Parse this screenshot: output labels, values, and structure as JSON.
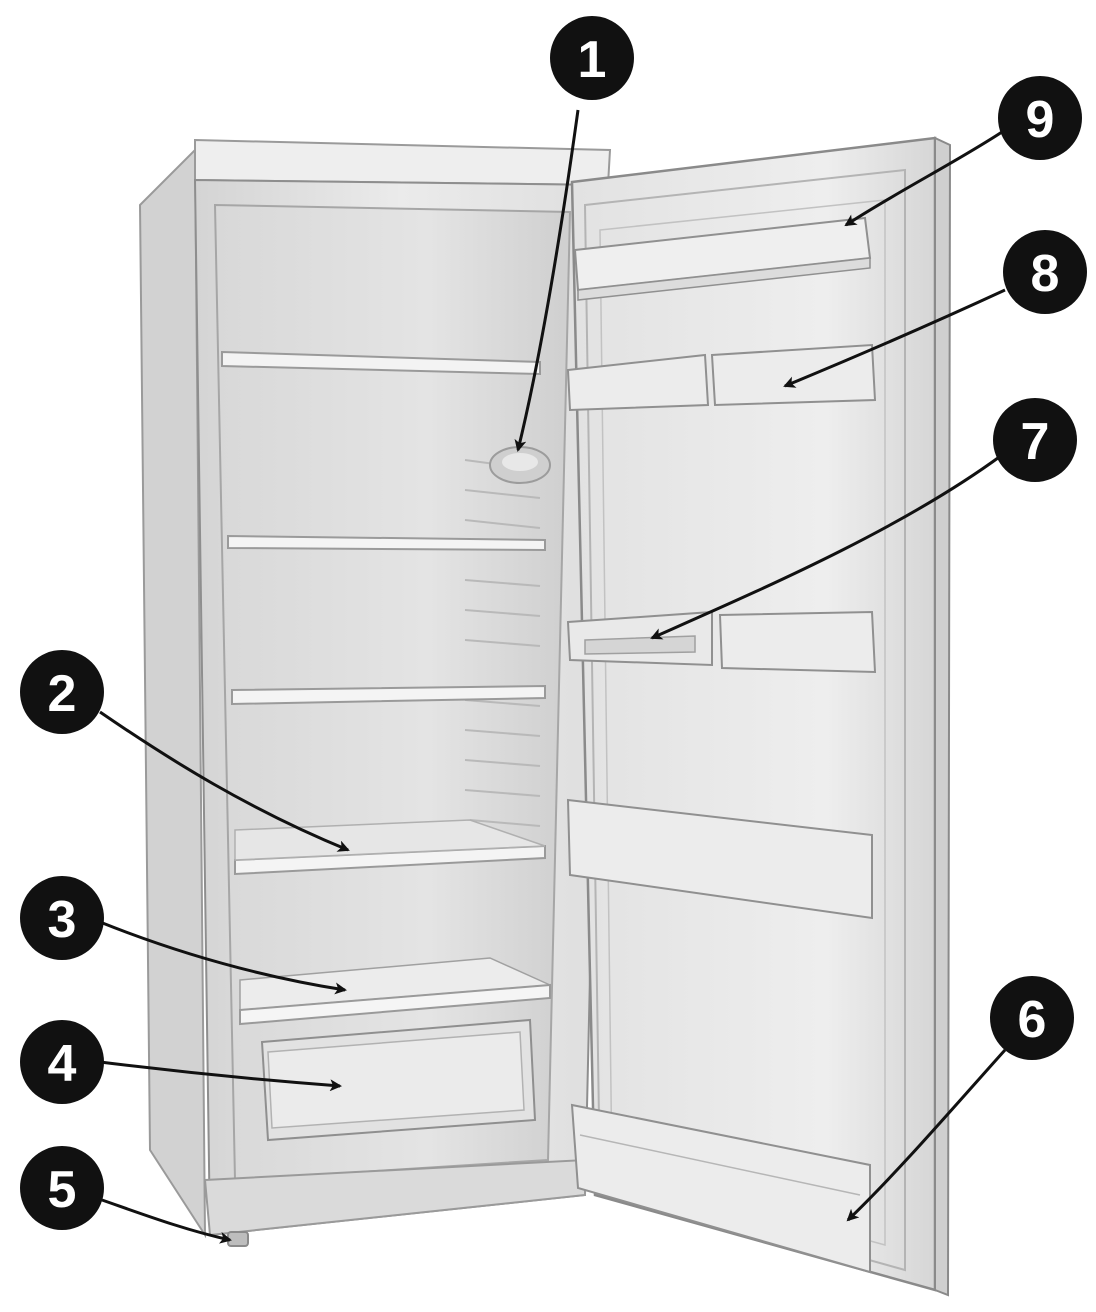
{
  "diagram": {
    "subject": "refrigerator-open-door",
    "callouts": [
      {
        "number": "1",
        "target": "interior-light"
      },
      {
        "number": "2",
        "target": "glass-shelf"
      },
      {
        "number": "3",
        "target": "crisper-cover-shelf"
      },
      {
        "number": "4",
        "target": "crisper-drawer"
      },
      {
        "number": "5",
        "target": "adjustable-foot"
      },
      {
        "number": "6",
        "target": "bottle-rack"
      },
      {
        "number": "7",
        "target": "egg-tray"
      },
      {
        "number": "8",
        "target": "door-shelf"
      },
      {
        "number": "9",
        "target": "top-door-shelf"
      }
    ],
    "colors": {
      "badge": "#111111",
      "badge_text": "#ffffff",
      "cabinet": "#e6e6e6",
      "interior": "#dcdcdc",
      "shelf": "#f4f4f4",
      "door": "#ececec",
      "outline": "#9a9a9a"
    }
  }
}
